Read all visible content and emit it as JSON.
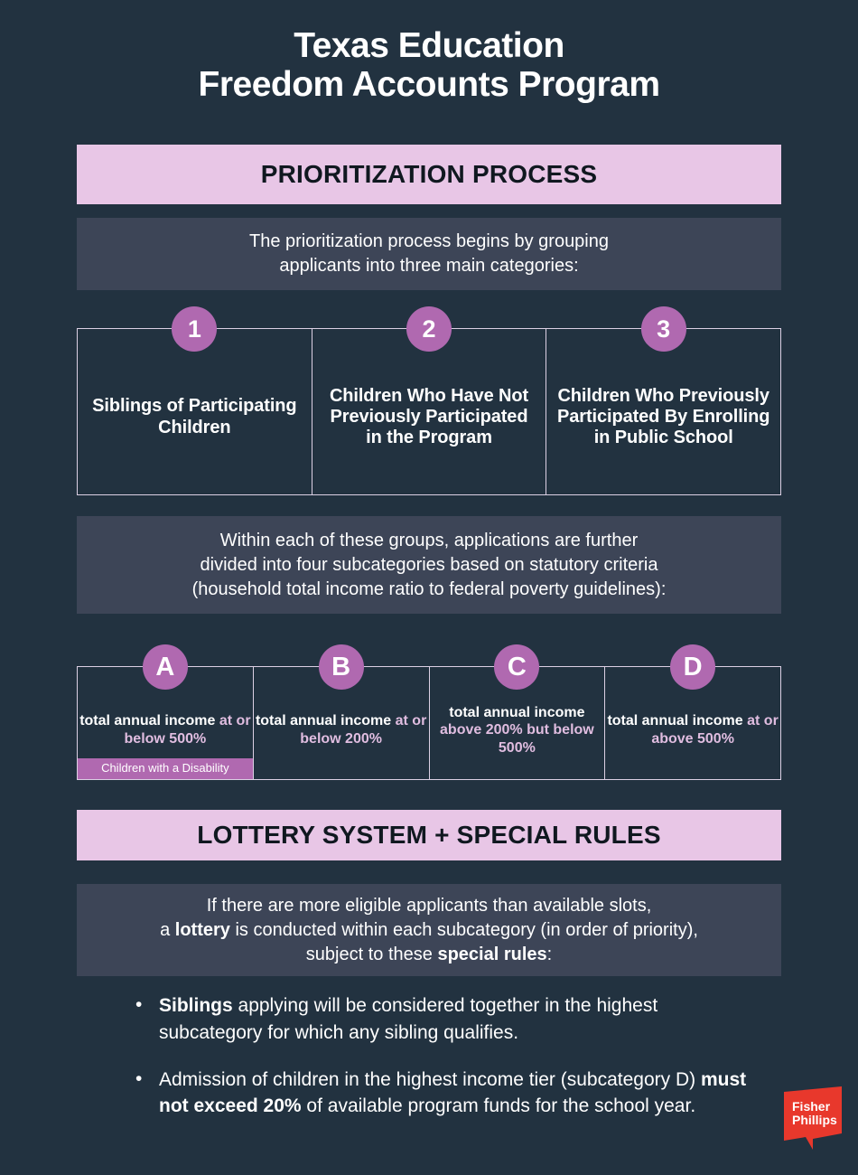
{
  "title": {
    "line1": "Texas Education",
    "line2": "Freedom Accounts Program"
  },
  "colors": {
    "background": "#223240",
    "banner_pink": "#e8c6e6",
    "panel_grey": "#3d4557",
    "badge_purple": "#b069b0",
    "accent_pink_text": "#e0bde0",
    "border_lavender": "#dcd0e4",
    "logo_red": "#e8382c"
  },
  "sections": {
    "prioritization": {
      "banner_label": "PRIORITIZATION PROCESS",
      "intro_line1": "The prioritization process begins by grouping",
      "intro_line2": "applicants into three main categories:",
      "categories": [
        {
          "badge": "1",
          "label": "Siblings of Participating Children"
        },
        {
          "badge": "2",
          "label": "Children Who Have Not Previously Participated in the Program"
        },
        {
          "badge": "3",
          "label": "Children Who Previously Participated By Enrolling in Public School"
        }
      ],
      "subcat_intro_line1": "Within each of these groups, applications are further",
      "subcat_intro_line2": "divided into four subcategories based on statutory criteria",
      "subcat_intro_line3": "(household total income ratio to federal poverty guidelines):",
      "subcategories": [
        {
          "badge": "A",
          "text_plain": "total annual income ",
          "text_accent": "at or below 500%",
          "band": "Children with a Disability"
        },
        {
          "badge": "B",
          "text_plain": "total annual income ",
          "text_accent": "at or below 200%",
          "band": null
        },
        {
          "badge": "C",
          "text_plain": "total annual income ",
          "text_accent": "above 200% but below 500%",
          "band": null
        },
        {
          "badge": "D",
          "text_plain": "total annual income ",
          "text_accent": "at or above 500%",
          "band": null
        }
      ]
    },
    "lottery": {
      "banner_label": "LOTTERY SYSTEM + SPECIAL RULES",
      "intro_line1": "If there are more eligible applicants than available slots,",
      "intro_line2_a": "a ",
      "intro_line2_bold": "lottery",
      "intro_line2_b": " is conducted within each subcategory (in order of priority),",
      "intro_line3_a": "subject to these ",
      "intro_line3_bold": "special rules",
      "intro_line3_b": ":",
      "rules": [
        {
          "bold_lead": "Siblings",
          "text_a": " applying will be considered together in the highest subcategory for which any sibling qualifies.",
          "bold_mid": null,
          "text_b": null
        },
        {
          "bold_lead": null,
          "text_a": " Admission of children in the highest income tier (subcategory D) ",
          "bold_mid": "must not exceed 20%",
          "text_b": " of available program funds for the school year."
        }
      ]
    }
  },
  "logo": {
    "line1": "Fisher",
    "line2": "Phillips"
  }
}
